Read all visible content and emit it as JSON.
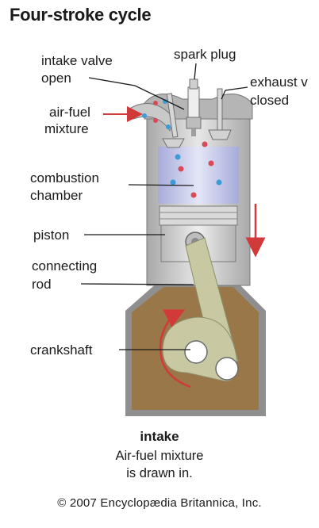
{
  "title": "Four-stroke cycle",
  "labels": {
    "intake_valve_line1": "intake valve",
    "intake_valve_line2": "open",
    "spark_plug": "spark plug",
    "exhaust_line1": "exhaust v",
    "exhaust_line2": "closed",
    "air_fuel_line1": "air-fuel",
    "air_fuel_line2": "mixture",
    "combustion_line1": "combustion",
    "combustion_line2": "chamber",
    "piston": "piston",
    "connecting_line1": "connecting",
    "connecting_line2": "rod",
    "crankshaft": "crankshaft"
  },
  "caption": {
    "stroke": "intake",
    "line1": "Air-fuel mixture",
    "line2": "is drawn in."
  },
  "copyright": "© 2007 Encyclopædia Britannica, Inc.",
  "colors": {
    "arrow_red": "#d23a3a",
    "crankcase_fill": "#9a7748",
    "cylinder_wall": "#c9c9c9",
    "chamber_fill": "#cfd3ef",
    "rod_fill": "#c8c9a2",
    "fuel_dot_red": "#d94a57",
    "fuel_dot_blue": "#3b9bd6"
  }
}
